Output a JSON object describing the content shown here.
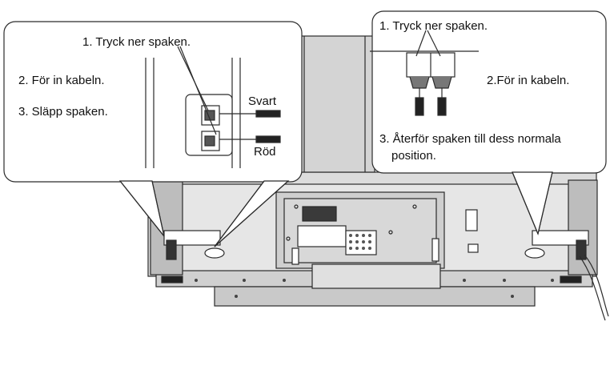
{
  "left_callout": {
    "step1": "1. Tryck ner spaken.",
    "step2": "2.  För in kabeln.",
    "step3": "3.  Släpp spaken.",
    "wire_black": "Svart",
    "wire_red": "Röd"
  },
  "right_callout": {
    "step1": "1. Tryck ner spaken.",
    "step2": "2.För in kabeln.",
    "step3_line1": "3. Återför spaken till dess normala",
    "step3_line2": "position."
  },
  "colors": {
    "line": "#2b2b2b",
    "panel": "#d9d9d9",
    "panel_dark": "#a9a9a9",
    "callout_bg": "#ffffff"
  }
}
